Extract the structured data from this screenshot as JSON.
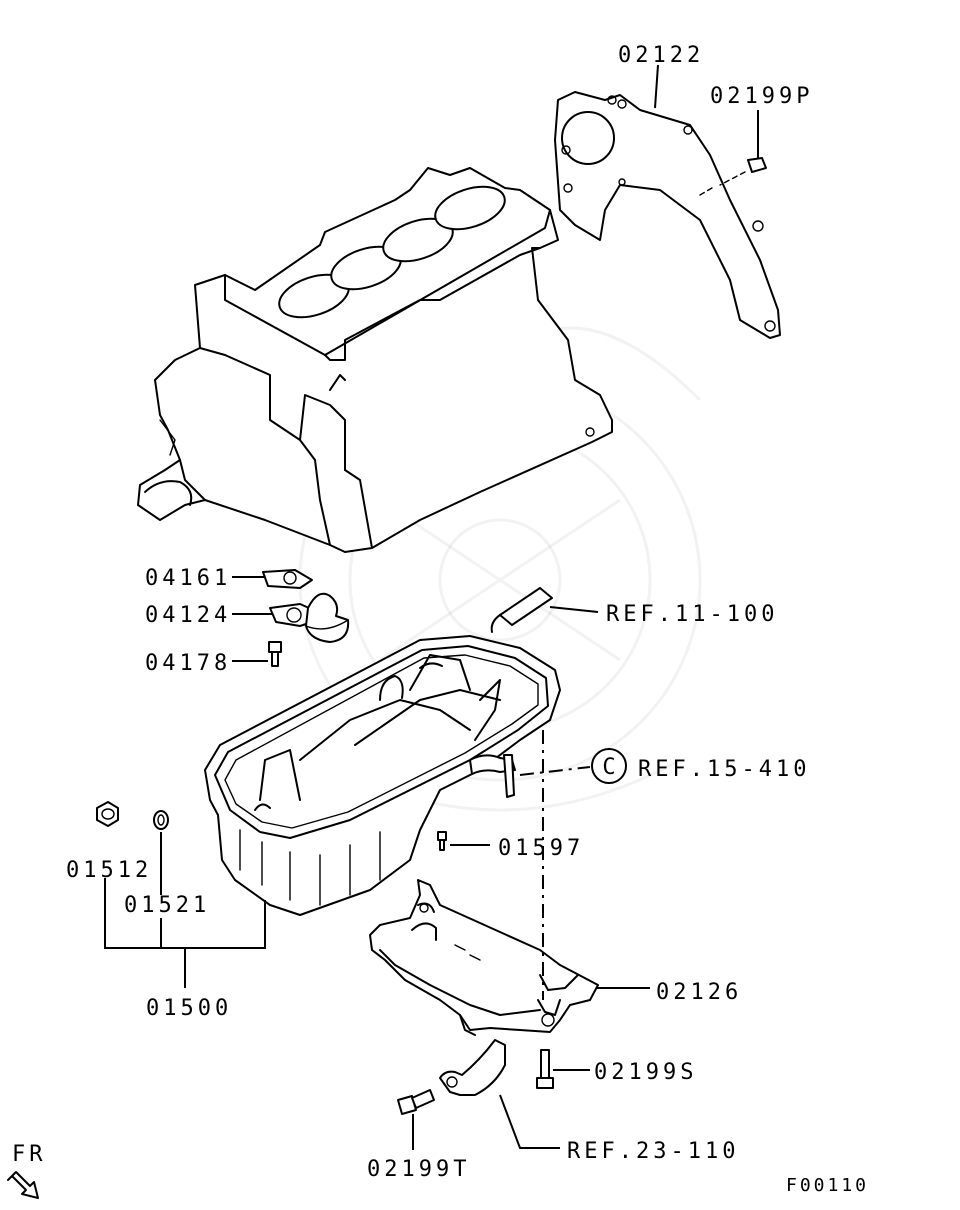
{
  "diagram": {
    "part_labels": {
      "p02122": "02122",
      "p02199P": "02199P",
      "p04161": "04161",
      "p04124": "04124",
      "p04178": "04178",
      "ref11": "REF.11-100",
      "circle_c": "C",
      "ref15": "REF.15-410",
      "p01512": "01512",
      "p01521": "01521",
      "p01597": "01597",
      "p01500": "01500",
      "p02126": "02126",
      "p02199S": "02199S",
      "ref23": "REF.23-110",
      "p02199T": "02199T"
    },
    "direction_label": "FR",
    "figure_code": "F00110",
    "icons": [
      "front-direction-arrow-icon",
      "callout-circle-icon",
      "bolt-icon",
      "watermark-emblem"
    ]
  }
}
